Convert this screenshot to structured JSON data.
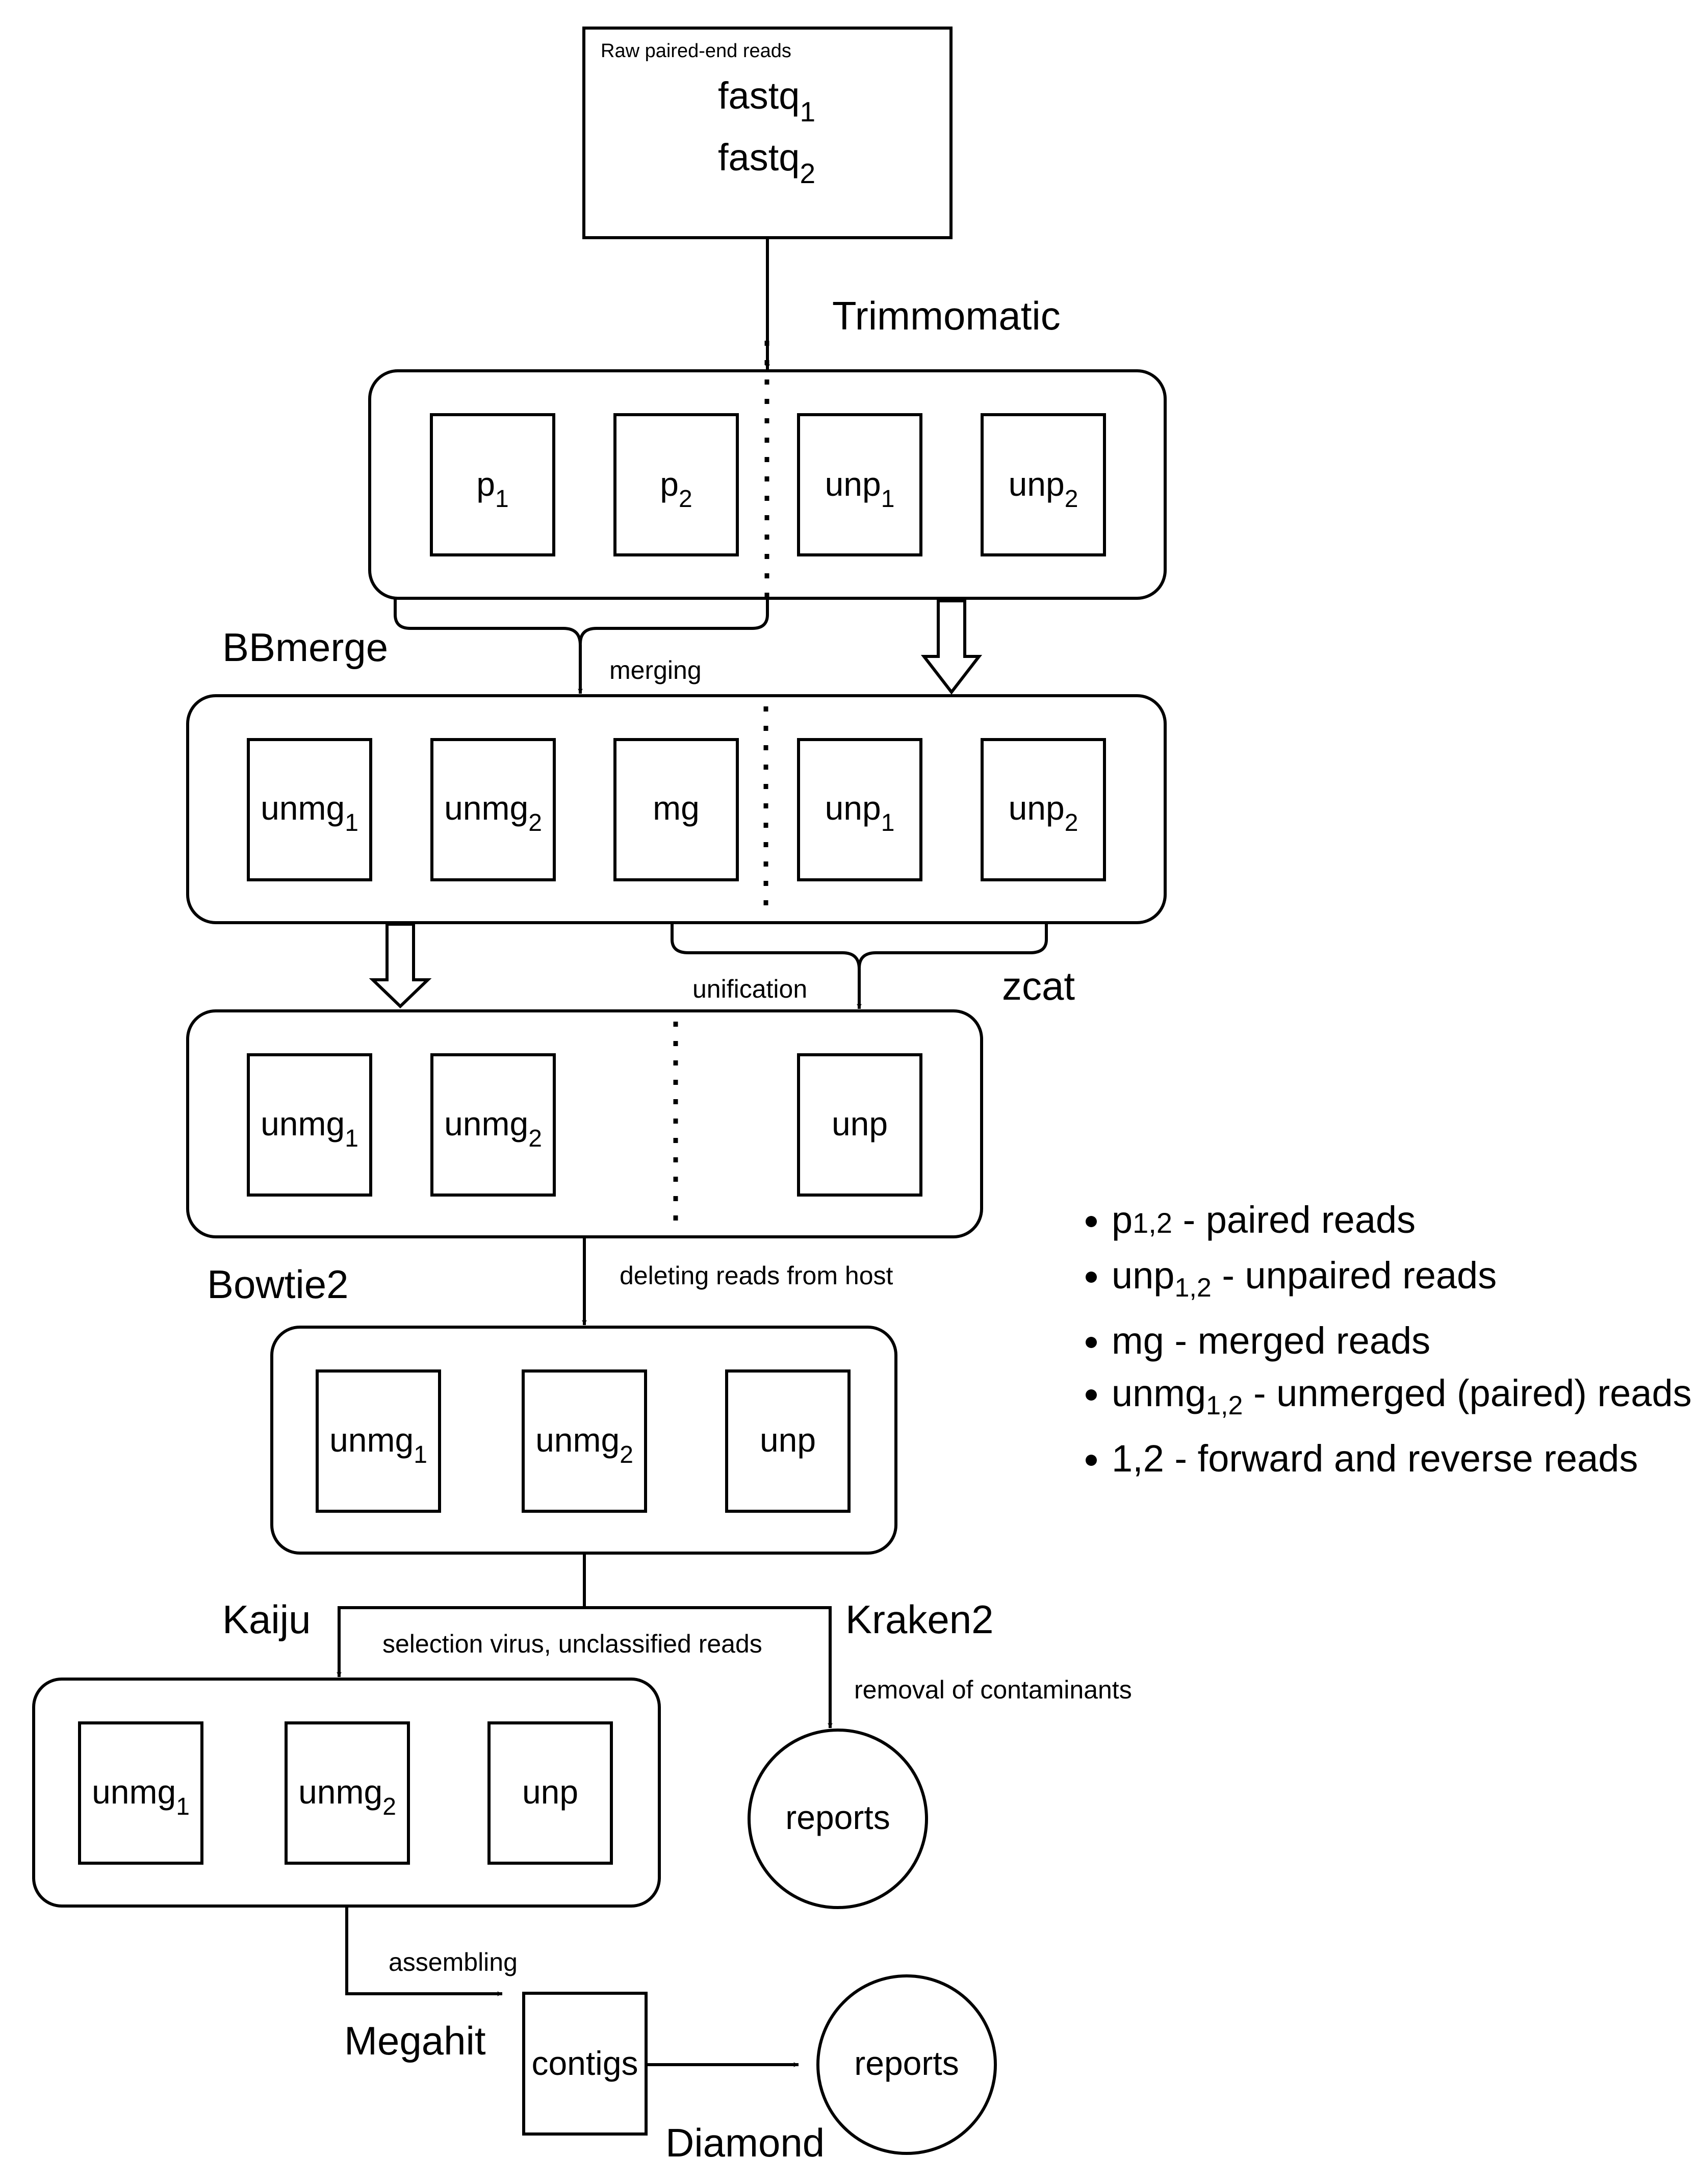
{
  "input": {
    "caption": "Raw paired-end reads",
    "file_1": {
      "base": "fastq",
      "sub": "1"
    },
    "file_2": {
      "base": "fastq",
      "sub": "2"
    }
  },
  "tools": {
    "trimmomatic": "Trimmomatic",
    "bbmerge": "BBmerge",
    "zcat": "zcat",
    "bowtie2": "Bowtie2",
    "kaiju": "Kaiju",
    "kraken2": "Kraken2",
    "megahit": "Megahit",
    "diamond": "Diamond"
  },
  "steps": {
    "merging": "merging",
    "unification": "unification",
    "deleting": "deleting reads from host",
    "selection": "selection virus, unclassified reads",
    "removal": "removal of contaminants",
    "assembling": "assembling"
  },
  "stage1": [
    {
      "base": "p",
      "sub": "1"
    },
    {
      "base": "p",
      "sub": "2"
    },
    {
      "base": "unp",
      "sub": "1"
    },
    {
      "base": "unp",
      "sub": "2"
    }
  ],
  "stage2": [
    {
      "base": "unmg",
      "sub": "1"
    },
    {
      "base": "unmg",
      "sub": "2"
    },
    {
      "base": "mg",
      "sub": ""
    },
    {
      "base": "unp",
      "sub": "1"
    },
    {
      "base": "unp",
      "sub": "2"
    }
  ],
  "stage3": [
    {
      "base": "unmg",
      "sub": "1"
    },
    {
      "base": "unmg",
      "sub": "2"
    },
    {
      "base": "unp",
      "sub": ""
    }
  ],
  "stage4": [
    {
      "base": "unmg",
      "sub": "1"
    },
    {
      "base": "unmg",
      "sub": "2"
    },
    {
      "base": "unp",
      "sub": ""
    }
  ],
  "stage5": [
    {
      "base": "unmg",
      "sub": "1"
    },
    {
      "base": "unmg",
      "sub": "2"
    },
    {
      "base": "unp",
      "sub": ""
    }
  ],
  "contigs": "contigs",
  "reports_kraken": "reports",
  "reports_diamond": "reports",
  "legend": [
    {
      "term": "p",
      "sub": "1,2",
      "desc": " - paired reads"
    },
    {
      "term": "unp",
      "sub": "1,2",
      "desc": " - unpaired reads"
    },
    {
      "term": "mg",
      "sub": "",
      "desc": " - merged reads"
    },
    {
      "term": "unmg",
      "sub": "1,2",
      "desc": " - unmerged (paired) reads"
    },
    {
      "term": "1,2",
      "sub": "",
      "desc": " - forward and reverse reads"
    }
  ]
}
